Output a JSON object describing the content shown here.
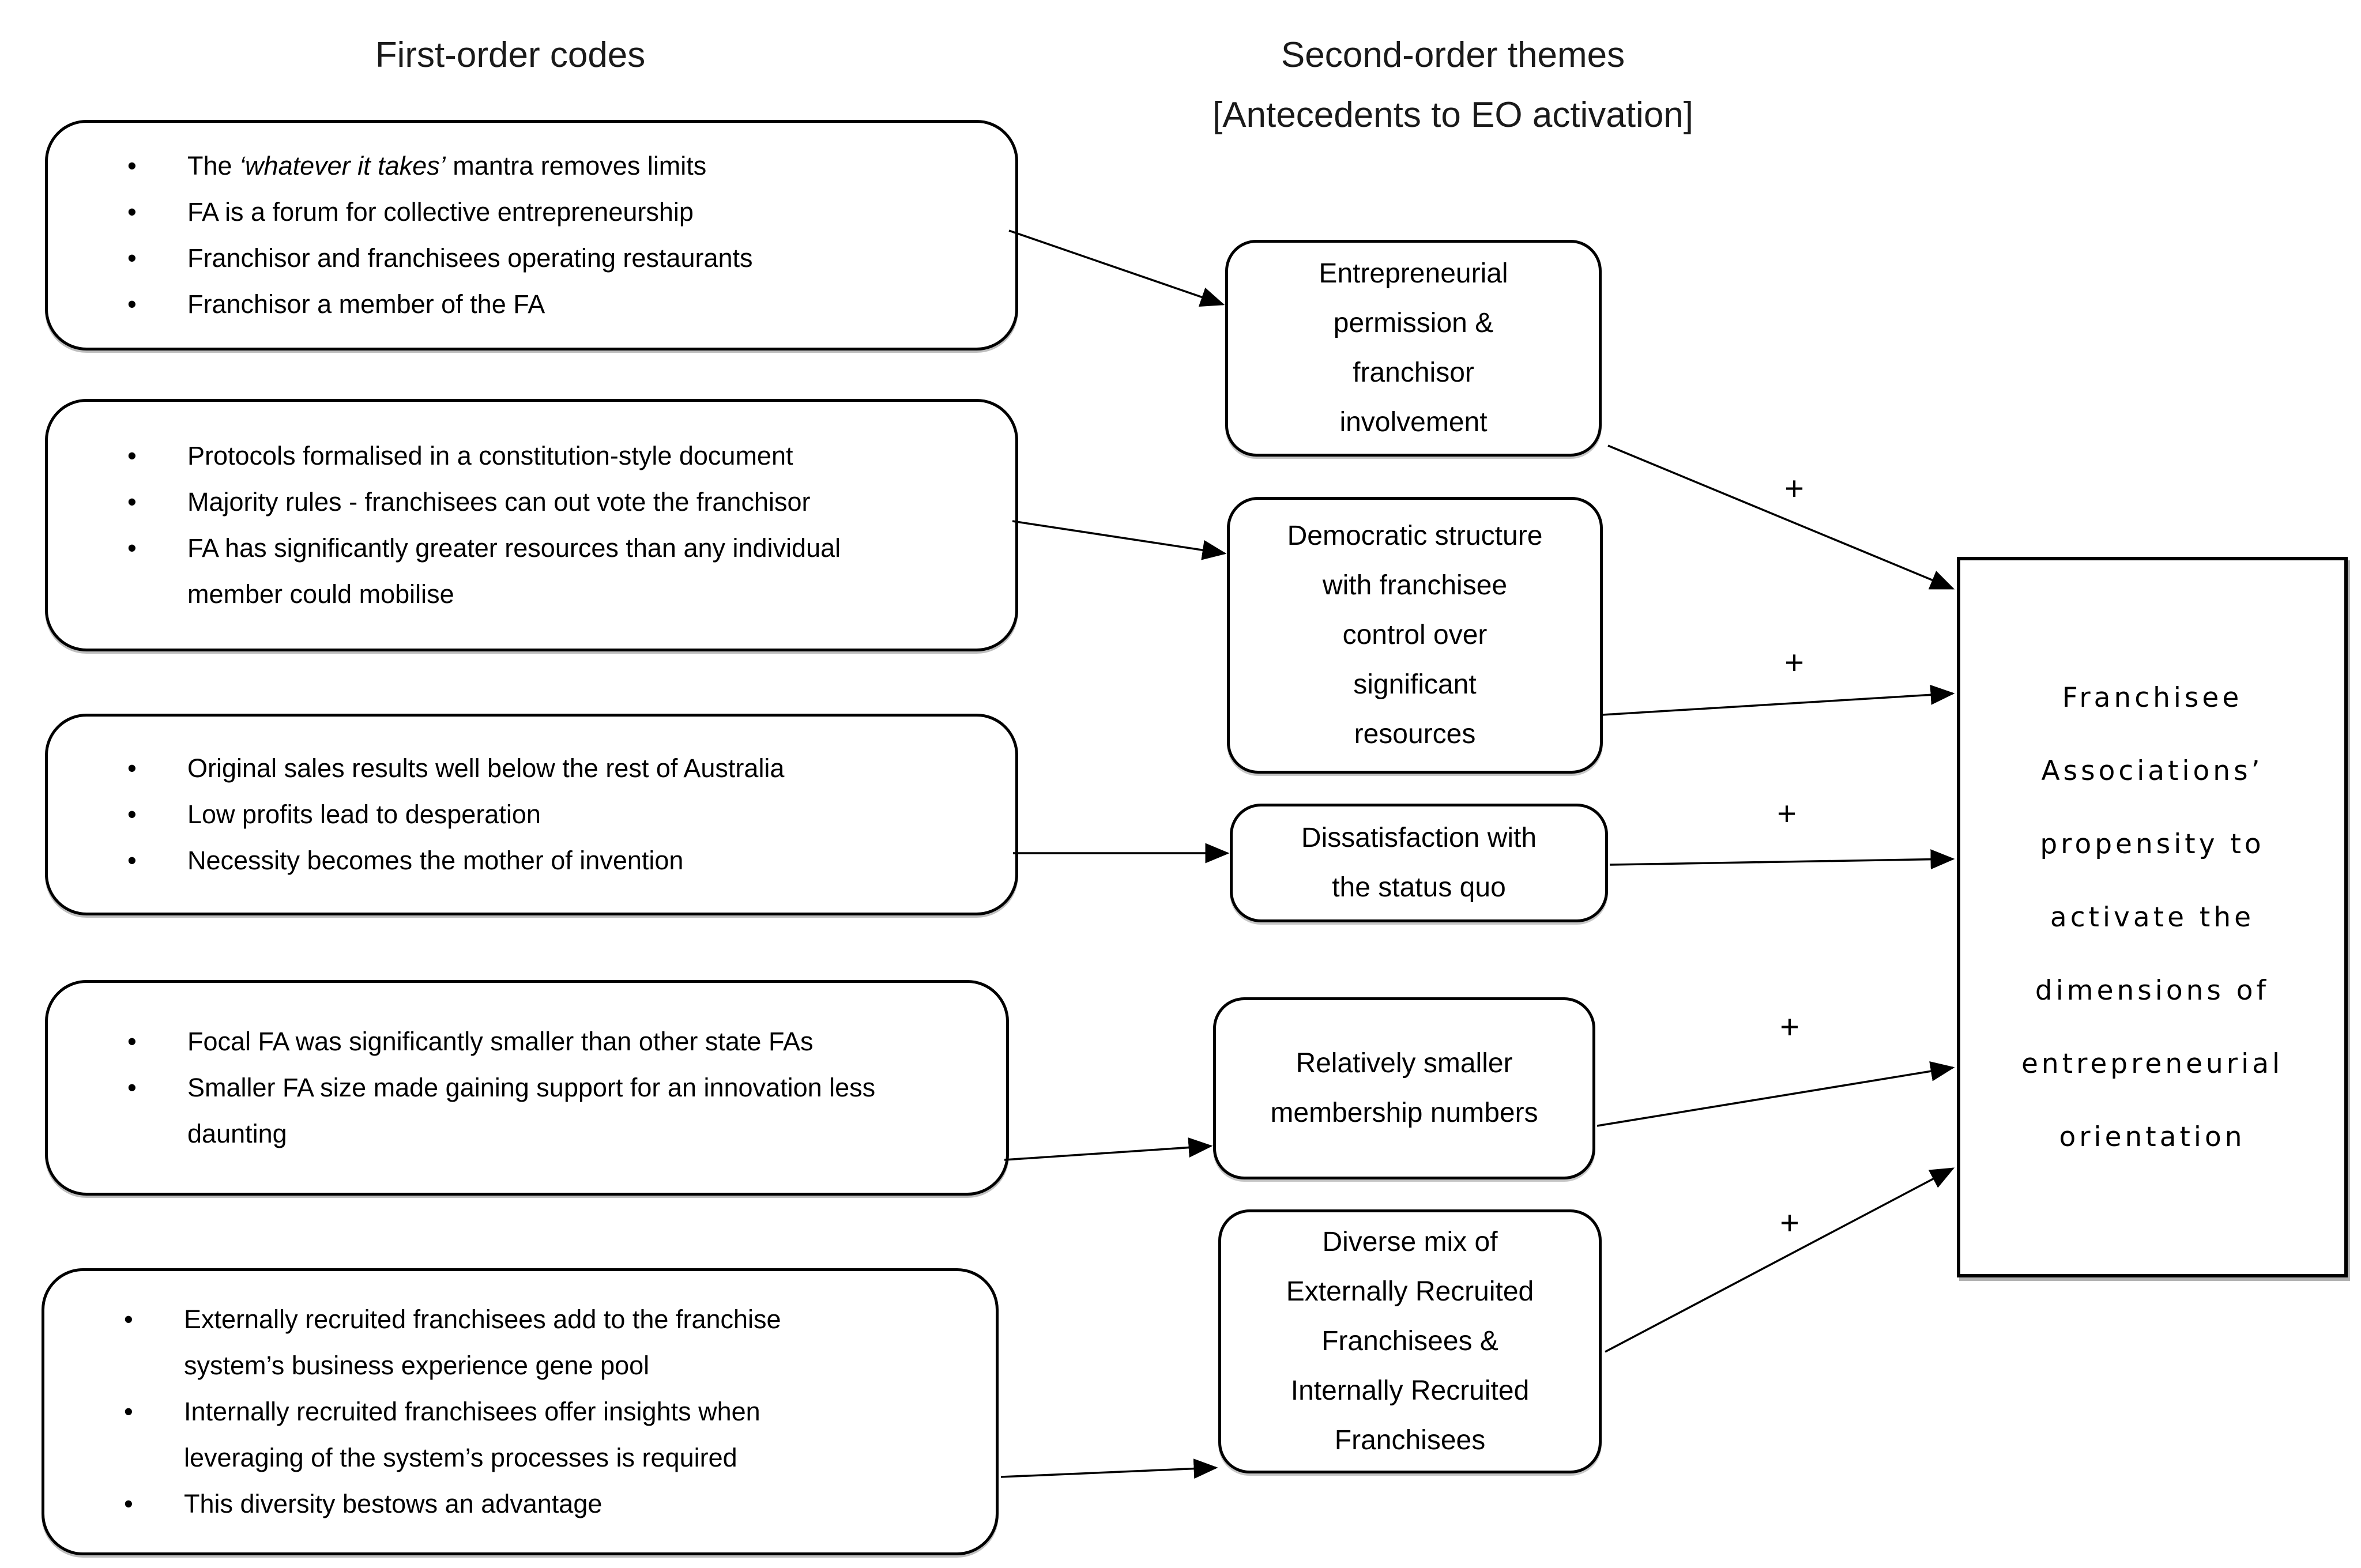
{
  "headers": {
    "first_order": "First-order codes",
    "second_order_line1": "Second-order themes",
    "second_order_line2": "[Antecedents to EO activation]"
  },
  "bullet_glyph": "•",
  "plus_label": "+",
  "colors": {
    "ink": "#000000",
    "background": "#ffffff"
  },
  "first_order_boxes": [
    {
      "bullets": [
        {
          "lines": [
            [
              {
                "t": "The "
              },
              {
                "t": "‘whatever it takes’",
                "i": true
              },
              {
                "t": " mantra removes limits"
              }
            ]
          ]
        },
        {
          "lines": [
            "FA is a forum for collective entrepreneurship"
          ]
        },
        {
          "lines": [
            "Franchisor and franchisees operating restaurants"
          ]
        },
        {
          "lines": [
            "Franchisor a member of the FA"
          ]
        }
      ]
    },
    {
      "bullets": [
        {
          "lines": [
            "Protocols formalised in a constitution-style document"
          ]
        },
        {
          "lines": [
            "Majority rules - franchisees can out vote the franchisor"
          ]
        },
        {
          "lines": [
            "FA has significantly greater resources than any individual",
            "member could mobilise"
          ]
        }
      ]
    },
    {
      "bullets": [
        {
          "lines": [
            "Original sales results well below the rest of Australia"
          ]
        },
        {
          "lines": [
            "Low profits lead to desperation"
          ]
        },
        {
          "lines": [
            "Necessity becomes the mother of invention"
          ]
        }
      ]
    },
    {
      "bullets": [
        {
          "lines": [
            "Focal FA was significantly smaller than other state FAs"
          ]
        },
        {
          "lines": [
            "Smaller FA size made gaining support for an innovation less",
            "daunting"
          ]
        }
      ]
    },
    {
      "bullets": [
        {
          "lines": [
            "Externally recruited franchisees add to the franchise",
            "system’s business experience gene pool"
          ]
        },
        {
          "lines": [
            "Internally recruited franchisees offer insights when",
            "leveraging of the system’s processes is required"
          ]
        },
        {
          "lines": [
            "This diversity bestows an advantage"
          ]
        }
      ]
    }
  ],
  "second_order_boxes": [
    {
      "lines": [
        "Entrepreneurial",
        "permission &",
        "franchisor",
        "involvement"
      ]
    },
    {
      "lines": [
        "Democratic structure",
        "with franchisee",
        "control over",
        "significant",
        "resources"
      ]
    },
    {
      "lines": [
        "Dissatisfaction with",
        "the status quo"
      ]
    },
    {
      "lines": [
        "Relatively smaller",
        "membership numbers"
      ]
    },
    {
      "lines": [
        "Diverse mix of",
        "Externally Recruited",
        "Franchisees &",
        "Internally Recruited",
        "Franchisees"
      ]
    }
  ],
  "outcome_box": {
    "lines": [
      "Franchisee",
      "Associations’",
      "propensity to",
      "activate the",
      "dimensions of",
      "entrepreneurial",
      "orientation"
    ]
  }
}
